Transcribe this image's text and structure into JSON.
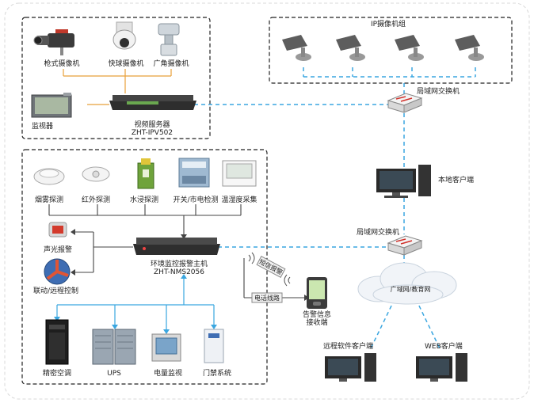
{
  "top_group": {
    "cameras": [
      "枪式摄像机",
      "快球摄像机",
      "广角摄像机"
    ],
    "monitor": "监视器",
    "server_line1": "视频服务器",
    "server_line2": "ZHT-IPV502"
  },
  "ip_group": {
    "title": "IP摄像机组"
  },
  "switch_top": "局域网交换机",
  "switch_mid": "局域网交换机",
  "local_client": "本地客户端",
  "sensors": [
    "烟雾探测",
    "红外探测",
    "水浸探测",
    "开关/市电检测",
    "温湿度采集"
  ],
  "alarm": "声光报警",
  "linkage": "联动/远程控制",
  "host_line1": "环境监控报警主机",
  "host_line2": "ZHT-NMS2056",
  "sms_tag": "短信报警",
  "phone_tag": "电话线路",
  "receiver_line1": "告警信息",
  "receiver_line2": "接收端",
  "wan": "广域网/教育网",
  "remote_client": "远程软件客户端",
  "web_client": "WEB客户端",
  "devices": [
    "精密空调",
    "UPS",
    "电量监视",
    "门禁系统"
  ],
  "colors": {
    "link": "#3aa6e0",
    "wire": "#444444",
    "feed": "#e8a13a",
    "frame": "#222222"
  }
}
